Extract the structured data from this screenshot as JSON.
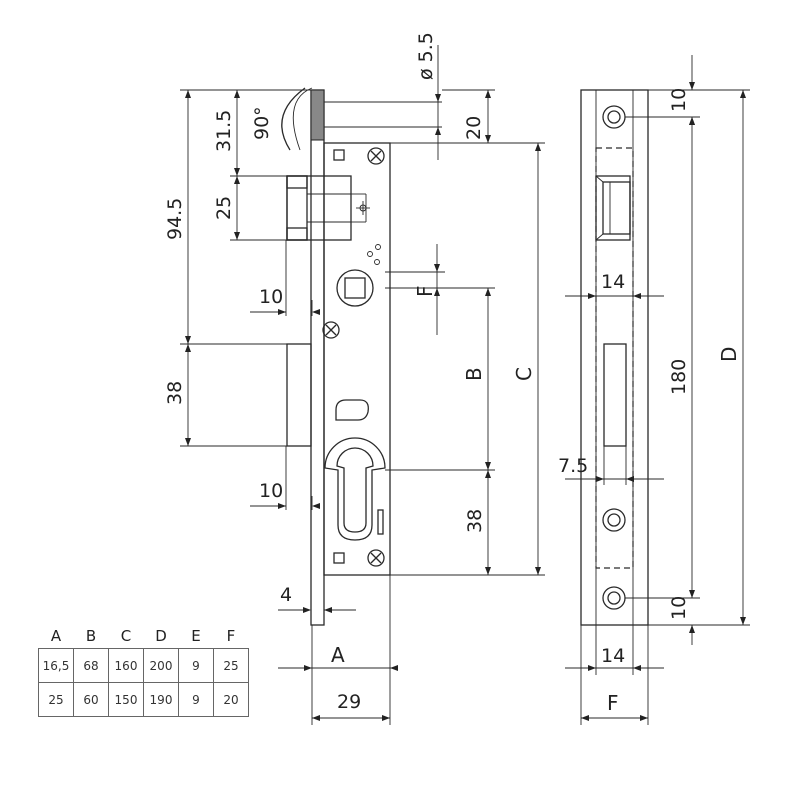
{
  "dimensions": {
    "hole_dia": "ø 5.5",
    "offset_20": "20",
    "angle_90": "90°",
    "top_31_5": "31.5",
    "top_94_5": "94.5",
    "latch_25": "25",
    "proj_10_upper": "10",
    "bolt_38": "38",
    "proj_10_lower": "10",
    "bottom_4": "4",
    "label_a": "A",
    "width_29": "29",
    "label_f_body": "F",
    "label_b": "B",
    "label_c": "C",
    "lower_38": "38",
    "strike_10_top": "10",
    "strike_14_mid": "14",
    "strike_180": "180",
    "label_d": "D",
    "strike_7_5": "7.5",
    "strike_10_bottom": "10",
    "strike_14_bottom": "14",
    "label_f_strike": "F"
  },
  "table": {
    "headers": [
      "A",
      "B",
      "C",
      "D",
      "E",
      "F"
    ],
    "rows": [
      [
        "16,5",
        "68",
        "160",
        "200",
        "9",
        "25"
      ],
      [
        "25",
        "60",
        "150",
        "190",
        "9",
        "20"
      ]
    ]
  }
}
